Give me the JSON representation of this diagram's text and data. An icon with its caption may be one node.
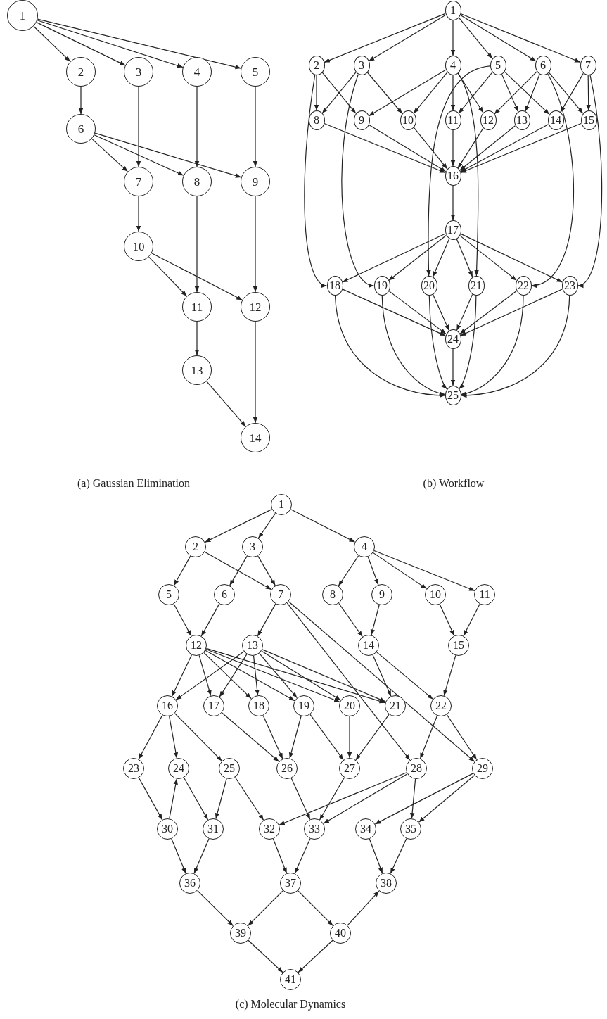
{
  "diagram": {
    "nodes": [
      {
        "text": [
          "1"
        ]
      },
      {
        "text": [
          "2"
        ]
      },
      {
        "text": [
          "3"
        ]
      },
      {
        "text": [
          "4"
        ]
      },
      {
        "text": [
          "5"
        ]
      },
      {
        "text": [
          "6"
        ]
      },
      {
        "text": [
          "7"
        ]
      },
      {
        "text": [
          "8"
        ]
      },
      {
        "text": [
          "9"
        ]
      },
      {
        "text": [
          "10"
        ]
      },
      {
        "text": [
          "11"
        ]
      },
      {
        "text": [
          "12"
        ]
      },
      {
        "text": [
          "13"
        ]
      },
      {
        "text": [
          "14"
        ]
      },
      {
        "text": [
          "1"
        ]
      },
      {
        "text": [
          "2"
        ]
      },
      {
        "text": [
          "3"
        ]
      },
      {
        "text": [
          "4"
        ]
      },
      {
        "text": [
          "5"
        ]
      },
      {
        "text": [
          "6"
        ]
      },
      {
        "text": [
          "7"
        ]
      },
      {
        "text": [
          "8"
        ]
      },
      {
        "text": [
          "9"
        ]
      },
      {
        "text": [
          "10"
        ]
      },
      {
        "text": [
          "11"
        ]
      },
      {
        "text": [
          "12"
        ]
      },
      {
        "text": [
          "13"
        ]
      },
      {
        "text": [
          "14"
        ]
      },
      {
        "text": [
          "15"
        ]
      },
      {
        "text": [
          "16"
        ]
      },
      {
        "text": [
          "17"
        ]
      },
      {
        "text": [
          "18"
        ]
      },
      {
        "text": [
          "19"
        ]
      },
      {
        "text": [
          "20"
        ]
      },
      {
        "text": [
          "21"
        ]
      },
      {
        "text": [
          "22"
        ]
      },
      {
        "text": [
          "23"
        ]
      },
      {
        "text": [
          "24"
        ]
      },
      {
        "text": [
          "25"
        ]
      },
      {
        "text": [
          "1"
        ]
      },
      {
        "text": [
          "2"
        ]
      },
      {
        "text": [
          "3"
        ]
      },
      {
        "text": [
          "4"
        ]
      },
      {
        "text": [
          "5"
        ]
      },
      {
        "text": [
          "6"
        ]
      },
      {
        "text": [
          "7"
        ]
      },
      {
        "text": [
          "8"
        ]
      },
      {
        "text": [
          "9"
        ]
      },
      {
        "text": [
          "10"
        ]
      },
      {
        "text": [
          "11"
        ]
      },
      {
        "text": [
          "12"
        ]
      },
      {
        "text": [
          "13"
        ]
      },
      {
        "text": [
          "14"
        ]
      },
      {
        "text": [
          "15"
        ]
      },
      {
        "text": [
          "16"
        ]
      },
      {
        "text": [
          "17"
        ]
      },
      {
        "text": [
          "18"
        ]
      },
      {
        "text": [
          "19"
        ]
      },
      {
        "text": [
          "20"
        ]
      },
      {
        "text": [
          "21"
        ]
      },
      {
        "text": [
          "22"
        ]
      },
      {
        "text": [
          "23"
        ]
      },
      {
        "text": [
          "24"
        ]
      },
      {
        "text": [
          "25"
        ]
      },
      {
        "text": [
          "26"
        ]
      },
      {
        "text": [
          "27"
        ]
      },
      {
        "text": [
          "28"
        ]
      },
      {
        "text": [
          "29"
        ]
      },
      {
        "text": [
          "30"
        ]
      },
      {
        "text": [
          "31"
        ]
      },
      {
        "text": [
          "32"
        ]
      },
      {
        "text": [
          "33"
        ]
      },
      {
        "text": [
          "34"
        ]
      },
      {
        "text": [
          "35"
        ]
      },
      {
        "text": [
          "36"
        ]
      },
      {
        "text": [
          "37"
        ]
      },
      {
        "text": [
          "38"
        ]
      },
      {
        "text": [
          "39"
        ]
      },
      {
        "text": [
          "40"
        ]
      },
      {
        "text": [
          "41"
        ]
      }
    ],
    "edges": [
      {
        "from": 0,
        "to": 1,
        "arrow": "to"
      },
      {
        "from": 0,
        "to": 2,
        "arrow": "to"
      },
      {
        "from": 0,
        "to": 3,
        "arrow": "to"
      },
      {
        "from": 0,
        "to": 4,
        "arrow": "to"
      },
      {
        "from": 1,
        "to": 5,
        "arrow": "to"
      },
      {
        "from": 2,
        "to": 6,
        "arrow": "to"
      },
      {
        "from": 3,
        "to": 7,
        "arrow": "to"
      },
      {
        "from": 4,
        "to": 8,
        "arrow": "to"
      },
      {
        "from": 5,
        "to": 6,
        "arrow": "to"
      },
      {
        "from": 5,
        "to": 7,
        "arrow": "to"
      },
      {
        "from": 5,
        "to": 8,
        "arrow": "to"
      },
      {
        "from": 6,
        "to": 9,
        "arrow": "to"
      },
      {
        "from": 7,
        "to": 10,
        "arrow": "to"
      },
      {
        "from": 8,
        "to": 11,
        "arrow": "to"
      },
      {
        "from": 9,
        "to": 10,
        "arrow": "to"
      },
      {
        "from": 9,
        "to": 11,
        "arrow": "to"
      },
      {
        "from": 10,
        "to": 12,
        "arrow": "to"
      },
      {
        "from": 11,
        "to": 13,
        "arrow": "to"
      },
      {
        "from": 12,
        "to": 13,
        "arrow": "to"
      },
      {
        "from": 14,
        "to": 15,
        "arrow": "to"
      },
      {
        "from": 14,
        "to": 16,
        "arrow": "to"
      },
      {
        "from": 14,
        "to": 17,
        "arrow": "to"
      },
      {
        "from": 14,
        "to": 18,
        "arrow": "to"
      },
      {
        "from": 14,
        "to": 19,
        "arrow": "to"
      },
      {
        "from": 14,
        "to": 20,
        "arrow": "to"
      },
      {
        "from": 15,
        "to": 21,
        "arrow": "to"
      },
      {
        "from": 15,
        "to": 22,
        "arrow": "to"
      },
      {
        "from": 15,
        "to": 31,
        "arrow": "to"
      },
      {
        "from": 16,
        "to": 21,
        "arrow": "to"
      },
      {
        "from": 16,
        "to": 23,
        "arrow": "to"
      },
      {
        "from": 16,
        "to": 32,
        "arrow": "to"
      },
      {
        "from": 17,
        "to": 22,
        "arrow": "to"
      },
      {
        "from": 17,
        "to": 23,
        "arrow": "to"
      },
      {
        "from": 17,
        "to": 24,
        "arrow": "to"
      },
      {
        "from": 17,
        "to": 25,
        "arrow": "to"
      },
      {
        "from": 17,
        "to": 34,
        "arrow": "to"
      },
      {
        "from": 18,
        "to": 24,
        "arrow": "to"
      },
      {
        "from": 18,
        "to": 26,
        "arrow": "to"
      },
      {
        "from": 18,
        "to": 27,
        "arrow": "to"
      },
      {
        "from": 18,
        "to": 33,
        "arrow": "to"
      },
      {
        "from": 19,
        "to": 25,
        "arrow": "to"
      },
      {
        "from": 19,
        "to": 26,
        "arrow": "to"
      },
      {
        "from": 19,
        "to": 28,
        "arrow": "to"
      },
      {
        "from": 19,
        "to": 35,
        "arrow": "to"
      },
      {
        "from": 20,
        "to": 27,
        "arrow": "to"
      },
      {
        "from": 20,
        "to": 28,
        "arrow": "to"
      },
      {
        "from": 20,
        "to": 36,
        "arrow": "to"
      },
      {
        "from": 21,
        "to": 29,
        "arrow": "to"
      },
      {
        "from": 22,
        "to": 29,
        "arrow": "to"
      },
      {
        "from": 23,
        "to": 29,
        "arrow": "to"
      },
      {
        "from": 24,
        "to": 29,
        "arrow": "to"
      },
      {
        "from": 25,
        "to": 29,
        "arrow": "to"
      },
      {
        "from": 26,
        "to": 29,
        "arrow": "to"
      },
      {
        "from": 27,
        "to": 29,
        "arrow": "to"
      },
      {
        "from": 28,
        "to": 29,
        "arrow": "to"
      },
      {
        "from": 29,
        "to": 30,
        "arrow": "to"
      },
      {
        "from": 30,
        "to": 31,
        "arrow": "to"
      },
      {
        "from": 30,
        "to": 32,
        "arrow": "to"
      },
      {
        "from": 30,
        "to": 33,
        "arrow": "to"
      },
      {
        "from": 30,
        "to": 34,
        "arrow": "to"
      },
      {
        "from": 30,
        "to": 35,
        "arrow": "to"
      },
      {
        "from": 30,
        "to": 36,
        "arrow": "to"
      },
      {
        "from": 31,
        "to": 37,
        "arrow": "to"
      },
      {
        "from": 31,
        "to": 38,
        "arrow": "to"
      },
      {
        "from": 32,
        "to": 37,
        "arrow": "to"
      },
      {
        "from": 32,
        "to": 38,
        "arrow": "to"
      },
      {
        "from": 33,
        "to": 37,
        "arrow": "to"
      },
      {
        "from": 33,
        "to": 38,
        "arrow": "to"
      },
      {
        "from": 34,
        "to": 37,
        "arrow": "to"
      },
      {
        "from": 34,
        "to": 38,
        "arrow": "to"
      },
      {
        "from": 35,
        "to": 37,
        "arrow": "to"
      },
      {
        "from": 35,
        "to": 38,
        "arrow": "to"
      },
      {
        "from": 36,
        "to": 37,
        "arrow": "to"
      },
      {
        "from": 36,
        "to": 38,
        "arrow": "to"
      },
      {
        "from": 37,
        "to": 38,
        "arrow": "to"
      },
      {
        "from": 39,
        "to": 40,
        "arrow": "to"
      },
      {
        "from": 39,
        "to": 41,
        "arrow": "to"
      },
      {
        "from": 39,
        "to": 42,
        "arrow": "to"
      },
      {
        "from": 40,
        "to": 43,
        "arrow": "to"
      },
      {
        "from": 40,
        "to": 45,
        "arrow": "to"
      },
      {
        "from": 41,
        "to": 44,
        "arrow": "to"
      },
      {
        "from": 41,
        "to": 45,
        "arrow": "to"
      },
      {
        "from": 42,
        "to": 46,
        "arrow": "to"
      },
      {
        "from": 42,
        "to": 47,
        "arrow": "to"
      },
      {
        "from": 42,
        "to": 48,
        "arrow": "to"
      },
      {
        "from": 42,
        "to": 49,
        "arrow": "to"
      },
      {
        "from": 43,
        "to": 50,
        "arrow": "to"
      },
      {
        "from": 44,
        "to": 50,
        "arrow": "to"
      },
      {
        "from": 45,
        "to": 51,
        "arrow": "to"
      },
      {
        "from": 45,
        "to": 66,
        "arrow": "to"
      },
      {
        "from": 45,
        "to": 67,
        "arrow": "to"
      },
      {
        "from": 46,
        "to": 52,
        "arrow": "to"
      },
      {
        "from": 47,
        "to": 52,
        "arrow": "to"
      },
      {
        "from": 48,
        "to": 53,
        "arrow": "to"
      },
      {
        "from": 49,
        "to": 53,
        "arrow": "to"
      },
      {
        "from": 50,
        "to": 54,
        "arrow": "to"
      },
      {
        "from": 50,
        "to": 55,
        "arrow": "to"
      },
      {
        "from": 50,
        "to": 56,
        "arrow": "to"
      },
      {
        "from": 50,
        "to": 57,
        "arrow": "to"
      },
      {
        "from": 50,
        "to": 58,
        "arrow": "to"
      },
      {
        "from": 50,
        "to": 59,
        "arrow": "to"
      },
      {
        "from": 51,
        "to": 54,
        "arrow": "to"
      },
      {
        "from": 51,
        "to": 55,
        "arrow": "to"
      },
      {
        "from": 51,
        "to": 56,
        "arrow": "to"
      },
      {
        "from": 51,
        "to": 57,
        "arrow": "to"
      },
      {
        "from": 51,
        "to": 58,
        "arrow": "to"
      },
      {
        "from": 51,
        "to": 59,
        "arrow": "to"
      },
      {
        "from": 52,
        "to": 59,
        "arrow": "to"
      },
      {
        "from": 52,
        "to": 60,
        "arrow": "to"
      },
      {
        "from": 53,
        "to": 60,
        "arrow": "to"
      },
      {
        "from": 54,
        "to": 61,
        "arrow": "to"
      },
      {
        "from": 54,
        "to": 62,
        "arrow": "to"
      },
      {
        "from": 54,
        "to": 63,
        "arrow": "to"
      },
      {
        "from": 55,
        "to": 64,
        "arrow": "to"
      },
      {
        "from": 56,
        "to": 64,
        "arrow": "to"
      },
      {
        "from": 57,
        "to": 64,
        "arrow": "to"
      },
      {
        "from": 57,
        "to": 65,
        "arrow": "to"
      },
      {
        "from": 58,
        "to": 65,
        "arrow": "to"
      },
      {
        "from": 59,
        "to": 65,
        "arrow": "to"
      },
      {
        "from": 60,
        "to": 66,
        "arrow": "to"
      },
      {
        "from": 60,
        "to": 67,
        "arrow": "to"
      },
      {
        "from": 61,
        "to": 68,
        "arrow": "to"
      },
      {
        "from": 68,
        "to": 62,
        "arrow": "to"
      },
      {
        "from": 62,
        "to": 69,
        "arrow": "to"
      },
      {
        "from": 63,
        "to": 69,
        "arrow": "to"
      },
      {
        "from": 63,
        "to": 70,
        "arrow": "to"
      },
      {
        "from": 64,
        "to": 71,
        "arrow": "to"
      },
      {
        "from": 65,
        "to": 71,
        "arrow": "to"
      },
      {
        "from": 66,
        "to": 70,
        "arrow": "to"
      },
      {
        "from": 66,
        "to": 71,
        "arrow": "to"
      },
      {
        "from": 66,
        "to": 73,
        "arrow": "to"
      },
      {
        "from": 67,
        "to": 72,
        "arrow": "to"
      },
      {
        "from": 67,
        "to": 73,
        "arrow": "to"
      },
      {
        "from": 68,
        "to": 74,
        "arrow": "to"
      },
      {
        "from": 69,
        "to": 74,
        "arrow": "to"
      },
      {
        "from": 70,
        "to": 75,
        "arrow": "to"
      },
      {
        "from": 71,
        "to": 75,
        "arrow": "to"
      },
      {
        "from": 72,
        "to": 76,
        "arrow": "to"
      },
      {
        "from": 73,
        "to": 76,
        "arrow": "to"
      },
      {
        "from": 74,
        "to": 77,
        "arrow": "to"
      },
      {
        "from": 75,
        "to": 77,
        "arrow": "to"
      },
      {
        "from": 75,
        "to": 78,
        "arrow": "to"
      },
      {
        "from": 78,
        "to": 76,
        "arrow": "to"
      },
      {
        "from": 77,
        "to": 79,
        "arrow": "to"
      },
      {
        "from": 78,
        "to": 79,
        "arrow": "to"
      }
    ],
    "labels": [
      "(a) Gaussian Elimination",
      "(b) Workflow",
      "(c) Molecular Dynamics"
    ]
  }
}
